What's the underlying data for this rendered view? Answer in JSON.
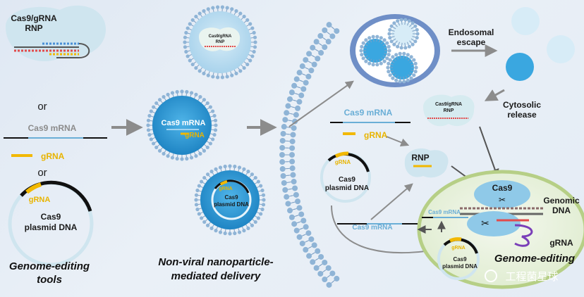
{
  "labels": {
    "rnp_left": [
      "Cas9/gRNA",
      "RNP"
    ],
    "or1": "or",
    "cas9_mrna_left": "Cas9 mRNA",
    "grna_left": "gRNA",
    "or2": "or",
    "grna_plasmid_left": "gRNA",
    "plasmid_left": [
      "Cas9",
      "plasmid DNA"
    ],
    "tools_title": [
      "Genome-editing",
      "tools"
    ],
    "np_rnp": [
      "Cas9/gRNA",
      "RNP"
    ],
    "np_mrna": "Cas9 mRNA",
    "np_grna": "gRNA",
    "np_plasmid_grna": "gRNA",
    "np_plasmid": [
      "Cas9",
      "plasmid DNA"
    ],
    "delivery_title": [
      "Non-viral nanoparticle-",
      "mediated delivery"
    ],
    "endosomal_escape": [
      "Endosomal",
      "escape"
    ],
    "cytosolic_release": [
      "Cytosolic",
      "release"
    ],
    "rnp_released": [
      "Cas9/gRNA",
      "RNP"
    ],
    "cas9_mrna_mid": "Cas9 mRNA",
    "grna_mid": "gRNA",
    "plasmid_mid_grna": "gRNA",
    "plasmid_mid": [
      "Cas9",
      "plasmid DNA"
    ],
    "rnp_mid": "RNP",
    "cas9_mrna_lower": "Cas9 mRNA",
    "cas9_nucleus": "Cas9",
    "genomic_dna": [
      "Genomic",
      "DNA"
    ],
    "grna_nucleus": "gRNA",
    "cas9_mrna_nucleus": "Cas9 mRNA",
    "nucleus_plasmid_grna": "gRNA",
    "nucleus_plasmid": [
      "Cas9",
      "plasmid DNA"
    ],
    "genome_editing_title": "Genome-editing",
    "watermark": "工程菌星球"
  },
  "colors": {
    "rna_blue": "#6aaed6",
    "grna_gold": "#f2b800",
    "arrow_gray": "#8c8c8c",
    "nanoparticle_blue": "#2f9fdc",
    "lipid_head": "#8fb4d6",
    "nucleus_fill": "#e8f1e2",
    "nucleus_border": "#b6cf86"
  }
}
